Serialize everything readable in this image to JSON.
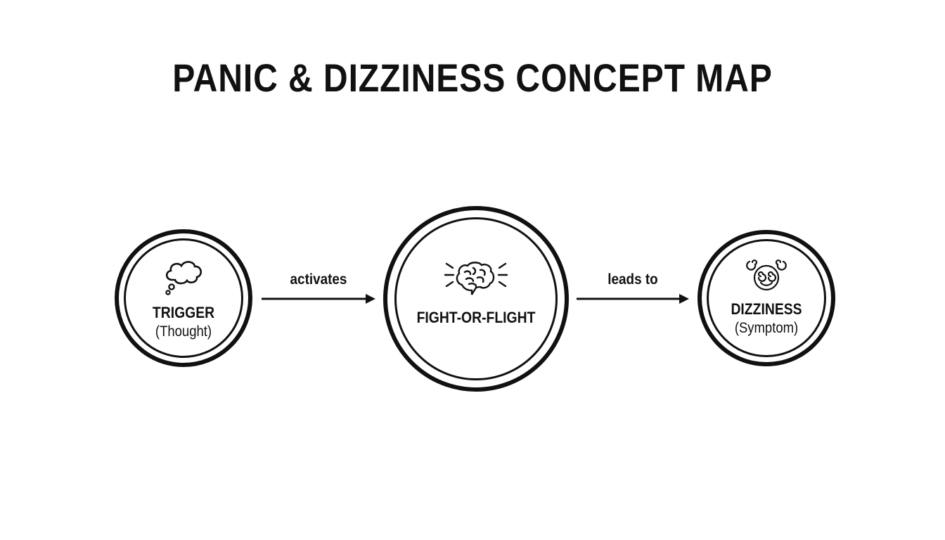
{
  "title": "PANIC & DIZZINESS CONCEPT MAP",
  "nodes": [
    {
      "id": "trigger",
      "label": "TRIGGER",
      "sublabel": "(Thought)",
      "icon": "thought-bubble-icon"
    },
    {
      "id": "fight-or-flight",
      "label": "FIGHT-OR-FLIGHT",
      "sublabel": "",
      "icon": "brain-icon"
    },
    {
      "id": "dizziness",
      "label": "DIZZINESS",
      "sublabel": "(Symptom)",
      "icon": "dizzy-face-icon"
    }
  ],
  "edges": [
    {
      "from": "trigger",
      "to": "fight-or-flight",
      "label": "activates"
    },
    {
      "from": "fight-or-flight",
      "to": "dizziness",
      "label": "leads to"
    }
  ],
  "colors": {
    "stroke": "#111111",
    "background": "#ffffff"
  }
}
